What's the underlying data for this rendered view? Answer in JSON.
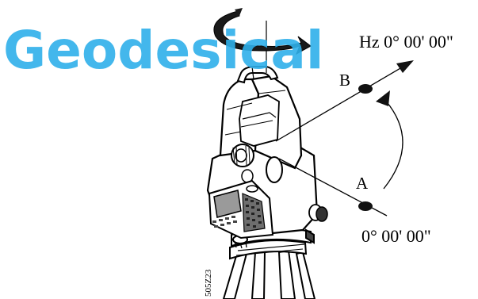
{
  "watermark": {
    "text": "Geodesical",
    "color": "#2fb0ea"
  },
  "labels": {
    "hz_reading": "Hz 0° 00' 00\"",
    "point_b": "B",
    "point_a": "A",
    "a_reading": "0° 00' 00\"",
    "figure_code": "505Z23"
  },
  "colors": {
    "ink": "#000000",
    "arrow_dark": "#1a1a1a"
  }
}
